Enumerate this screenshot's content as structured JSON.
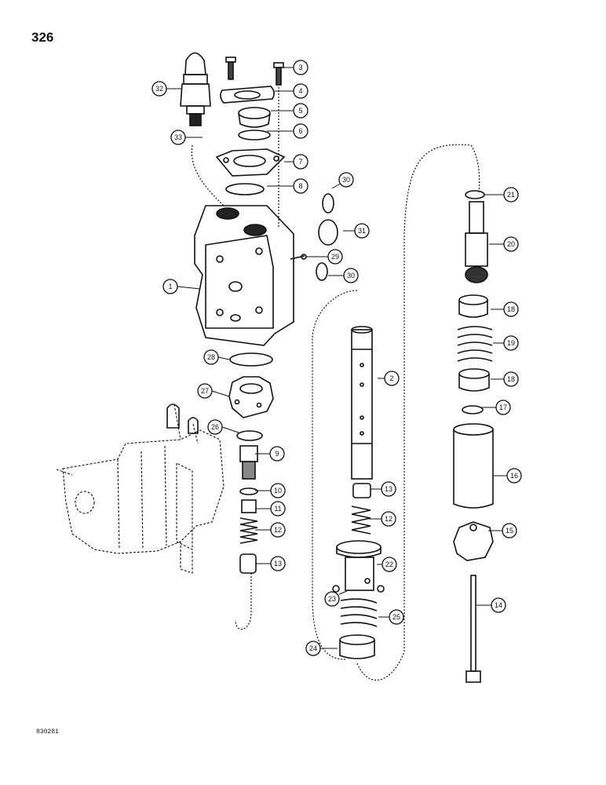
{
  "page": {
    "number": "326",
    "drawing_code": "830281"
  },
  "callouts": [
    {
      "id": "c1",
      "label": "1"
    },
    {
      "id": "c2",
      "label": "2"
    },
    {
      "id": "c3",
      "label": "3"
    },
    {
      "id": "c4",
      "label": "4"
    },
    {
      "id": "c5",
      "label": "5"
    },
    {
      "id": "c6",
      "label": "6"
    },
    {
      "id": "c7",
      "label": "7"
    },
    {
      "id": "c8",
      "label": "8"
    },
    {
      "id": "c9",
      "label": "9"
    },
    {
      "id": "c10",
      "label": "10"
    },
    {
      "id": "c11",
      "label": "11"
    },
    {
      "id": "c12a",
      "label": "12"
    },
    {
      "id": "c12b",
      "label": "12"
    },
    {
      "id": "c13a",
      "label": "13"
    },
    {
      "id": "c13b",
      "label": "13"
    },
    {
      "id": "c14",
      "label": "14"
    },
    {
      "id": "c15",
      "label": "15"
    },
    {
      "id": "c16",
      "label": "16"
    },
    {
      "id": "c17",
      "label": "17"
    },
    {
      "id": "c18a",
      "label": "18"
    },
    {
      "id": "c18b",
      "label": "18"
    },
    {
      "id": "c19",
      "label": "19"
    },
    {
      "id": "c20",
      "label": "20"
    },
    {
      "id": "c21",
      "label": "21"
    },
    {
      "id": "c22",
      "label": "22"
    },
    {
      "id": "c23",
      "label": "23"
    },
    {
      "id": "c24",
      "label": "24"
    },
    {
      "id": "c25",
      "label": "25"
    },
    {
      "id": "c26",
      "label": "26"
    },
    {
      "id": "c27",
      "label": "27"
    },
    {
      "id": "c28",
      "label": "28"
    },
    {
      "id": "c29",
      "label": "29"
    },
    {
      "id": "c30a",
      "label": "30"
    },
    {
      "id": "c30b",
      "label": "30"
    },
    {
      "id": "c31",
      "label": "31"
    },
    {
      "id": "c32",
      "label": "32"
    },
    {
      "id": "c33",
      "label": "33"
    }
  ]
}
